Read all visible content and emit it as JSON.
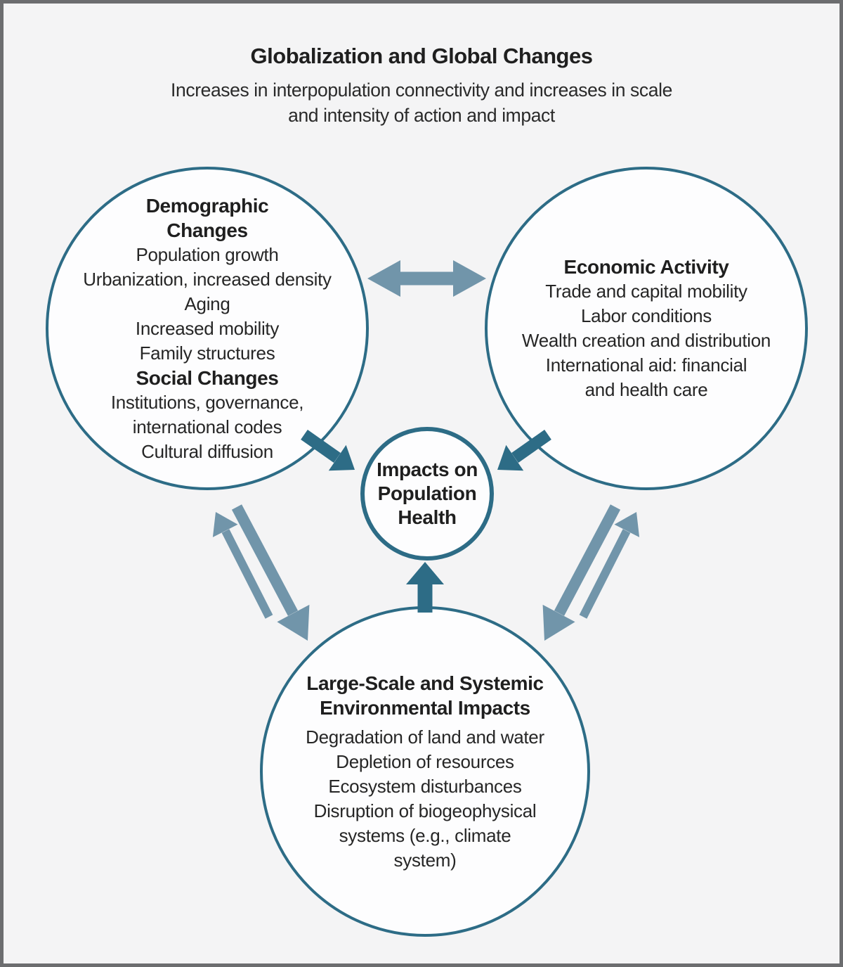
{
  "header": {
    "title": "Globalization and Global Changes",
    "subtitle_line1": "Increases in interpopulation connectivity and increases in scale",
    "subtitle_line2": "and intensity of action and impact"
  },
  "circles": {
    "demographic": {
      "heading_line1": "Demographic",
      "heading_line2": "Changes",
      "items": [
        "Population growth",
        "Urbanization, increased density",
        "Aging",
        "Increased mobility",
        "Family structures"
      ],
      "subheading": "Social Changes",
      "sub_items": [
        "Institutions, governance,",
        "international codes",
        "Cultural diffusion"
      ]
    },
    "economic": {
      "heading": "Economic Activity",
      "items": [
        "Trade and capital mobility",
        "Labor conditions",
        "Wealth creation and distribution",
        "International aid: financial",
        "and health care"
      ]
    },
    "health": {
      "heading_line1": "Impacts on",
      "heading_line2": "Population",
      "heading_line3": "Health"
    },
    "environment": {
      "heading_line1": "Large-Scale and Systemic",
      "heading_line2": "Environmental Impacts",
      "items": [
        "Degradation of land and water",
        "Depletion of resources",
        "Ecosystem disturbances",
        "Disruption of biogeophysical",
        "systems (e.g., climate",
        "system)"
      ]
    }
  },
  "colors": {
    "circle_stroke": "#2d6c86",
    "solid_arrow": "#2d6c86",
    "open_arrow": "#7195aa",
    "background": "#f4f4f5",
    "frame_border": "#6c6d6f",
    "text": "#262626"
  }
}
